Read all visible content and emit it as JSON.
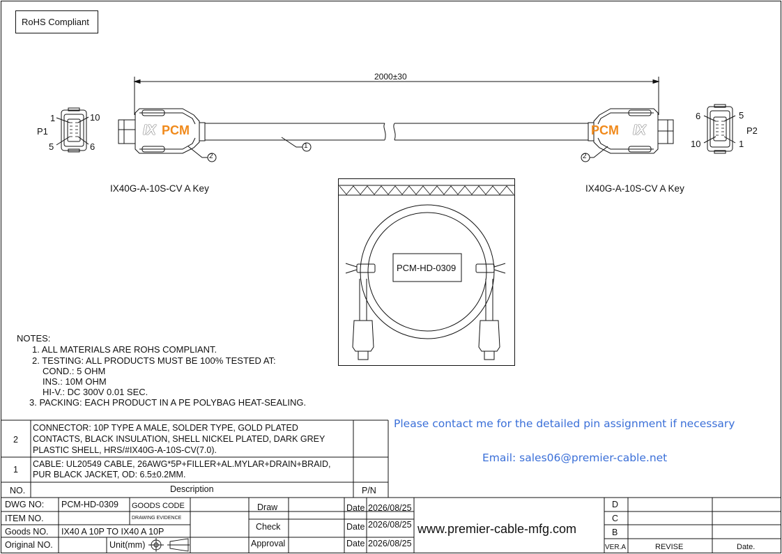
{
  "rohs_label": "RoHS Compliant",
  "dimension": "2000±30",
  "p1": {
    "label": "P1",
    "pins": [
      "1",
      "10",
      "5",
      "6"
    ],
    "connector": "IX40G-A-10S-CV A Key"
  },
  "p2": {
    "label": "P2",
    "pins": [
      "6",
      "5",
      "10",
      "1"
    ],
    "connector": "IX40G-A-10S-CV A Key"
  },
  "balloons": {
    "cable": "1",
    "connector": "2"
  },
  "brand_text": "PCM",
  "connector_mark": "IX",
  "package_label": "PCM-HD-0309",
  "notes": {
    "title": "NOTES:",
    "lines": [
      "1. ALL MATERIALS ARE ROHS COMPLIANT.",
      "2. TESTING: ALL PRODUCTS MUST BE 100% TESTED AT:",
      "COND.: 5 OHM",
      "INS.: 10M OHM",
      "HI-V.: DC 300V 0.01 SEC.",
      "3. PACKING: EACH PRODUCT IN A PE POLYBAG HEAT-SEALING."
    ]
  },
  "bom": {
    "rows": [
      {
        "no": "2",
        "desc": [
          "CONNECTOR: 10P TYPE A MALE, SOLDER TYPE, GOLD PLATED",
          "CONTACTS, BLACK INSULATION, SHELL NICKEL PLATED, DARK GREY",
          "PLASTIC SHELL, HRS/#IX40G-A-10S-CV(7.0)."
        ]
      },
      {
        "no": "1",
        "desc": [
          "CABLE: UL20549 CABLE, 26AWG*5P+FILLER+AL.MYLAR+DRAIN+BRAID,",
          "PUR BLACK JACKET, OD: 6.5±0.2MM."
        ]
      }
    ],
    "headers": {
      "no": "NO.",
      "description": "Description",
      "pn": "P/N"
    }
  },
  "contact": {
    "line1": "Please contact me for the detailed pin assignment if necessary",
    "email": "Email: sales06@premier-cable.net",
    "color": "#3a6fd8"
  },
  "title_block": {
    "dwg_no_label": "DWG NO:",
    "dwg_no": "PCM-HD-0309",
    "goods_code": "GOODS CODE",
    "drawing_evidence": "DRAWING EVIDENCE",
    "item_no_label": "ITEM NO.",
    "goods_no_label": "Goods NO.",
    "goods_no": "IX40 A 10P TO IX40 A 10P",
    "original_no_label": "Original NO.",
    "unit": "Unit(mm)",
    "draw": "Draw",
    "check": "Check",
    "approval": "Approval",
    "date_label": "Date",
    "date1": "2026/08/25",
    "date2": "2026/08/25",
    "date3": "2026/08/25",
    "website": "www.premier-cable-mfg.com",
    "rev_d": "D",
    "rev_c": "C",
    "rev_b": "B",
    "ver": "VER.A",
    "revise": "REVISE",
    "date_col": "Date."
  }
}
